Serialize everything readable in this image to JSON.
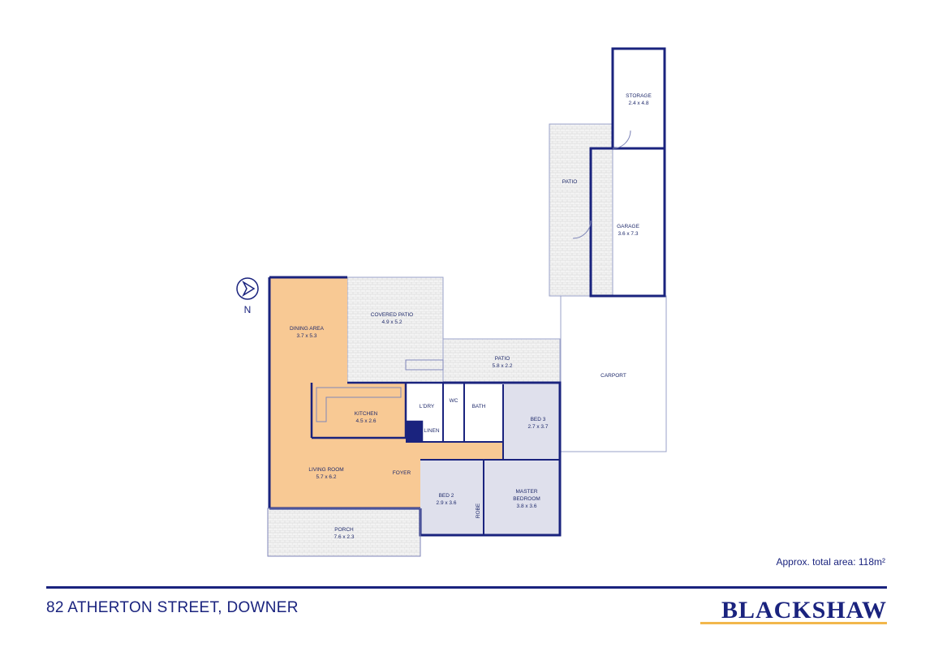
{
  "rooms": {
    "storage": {
      "name": "STORAGE",
      "size": "2.4 x 4.8"
    },
    "patio_top": {
      "name": "PATIO"
    },
    "garage": {
      "name": "GARAGE",
      "size": "3.6 x 7.3"
    },
    "dining": {
      "name": "DINING AREA",
      "size": "3.7 x 5.3"
    },
    "covered_patio": {
      "name": "COVERED PATIO",
      "size": "4.9 x 5.2"
    },
    "patio_mid": {
      "name": "PATIO",
      "size": "5.8 x 2.2"
    },
    "carport": {
      "name": "CARPORT"
    },
    "kitchen": {
      "name": "KITCHEN",
      "size": "4.5 x 2.6"
    },
    "laundry": {
      "name": "L'DRY"
    },
    "wc": {
      "name": "WC"
    },
    "bath": {
      "name": "BATH"
    },
    "bed3": {
      "name": "BED 3",
      "size": "2.7 x 3.7"
    },
    "linen": {
      "name": "LINEN"
    },
    "living": {
      "name": "LIVING ROOM",
      "size": "5.7 x 6.2"
    },
    "foyer": {
      "name": "FOYER"
    },
    "bed2": {
      "name": "BED 2",
      "size": "2.9 x 3.6"
    },
    "robe": {
      "name": "ROBE"
    },
    "master": {
      "name_line1": "MASTER",
      "name_line2": "BEDROOM",
      "size": "3.8 x 3.6"
    },
    "porch": {
      "name": "PORCH",
      "size": "7.6 x 2.3"
    }
  },
  "compass": {
    "label": "N"
  },
  "footer": {
    "total_area": "Approx. total area: 118m²",
    "address": "82 ATHERTON STREET, DOWNER",
    "brand": "BLACKSHAW"
  },
  "colors": {
    "wall": "#1a237e",
    "living_fill": "#f8c994",
    "bedroom_fill": "#dfe0ec",
    "paving": "#eeeeee",
    "brand_accent": "#f2b74c"
  }
}
